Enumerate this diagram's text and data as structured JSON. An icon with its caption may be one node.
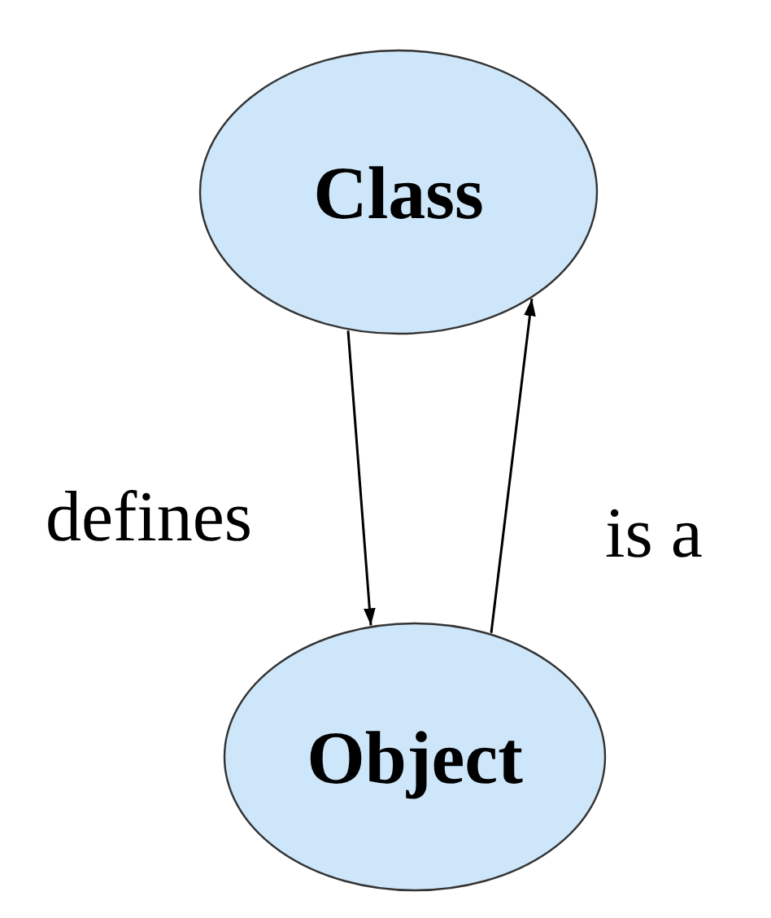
{
  "diagram": {
    "nodes": [
      {
        "text": [
          "Class"
        ]
      },
      {
        "text": [
          "Object"
        ]
      }
    ],
    "edges": [
      {
        "from": 0,
        "to": 1,
        "arrow": "to",
        "label": "defines"
      },
      {
        "from": 1,
        "to": 0,
        "arrow": "to",
        "label": "is a"
      }
    ]
  }
}
